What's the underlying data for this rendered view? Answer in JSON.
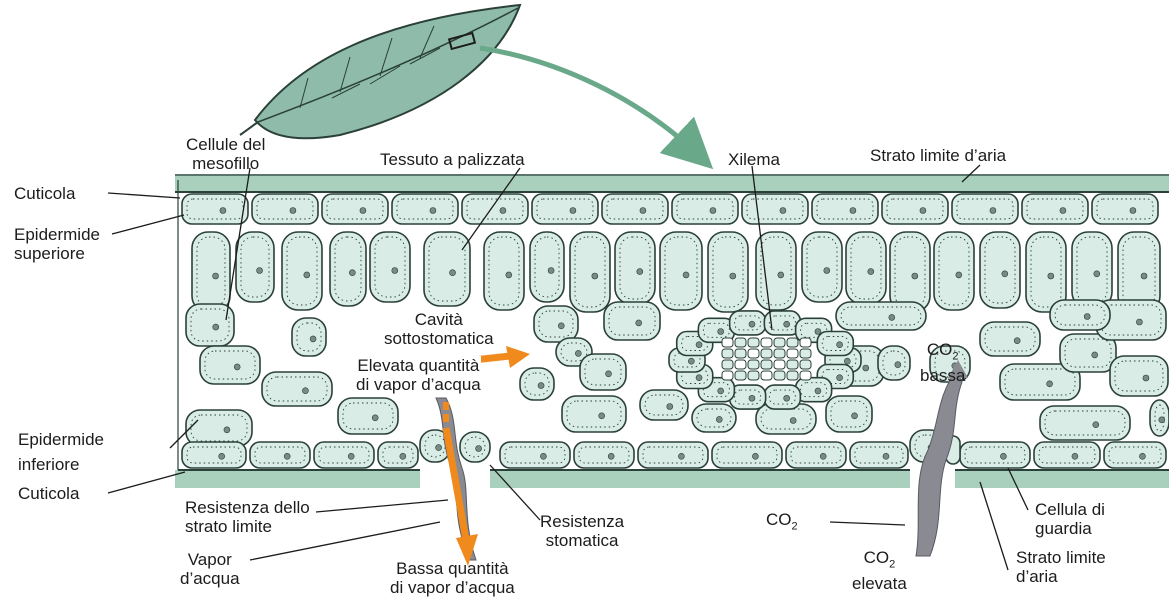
{
  "labels": {
    "cellule_mesofillo": [
      "Cellule del",
      "mesofillo"
    ],
    "tessuto_palizzata": "Tessuto a palizzata",
    "xilema": "Xilema",
    "strato_limite_top": "Strato limite d’aria",
    "cuticola_top": "Cuticola",
    "epidermide_superiore": [
      "Epidermide",
      "superiore"
    ],
    "cavita_sottostomatica": [
      "Cavità",
      "sottostomatica"
    ],
    "elevata_quantita": [
      "Elevata quantità",
      "di vapor d’acqua"
    ],
    "co2_bassa": {
      "co": "CO",
      "sub": "2",
      "word": "bassa"
    },
    "epidermide_inferiore": [
      "Epidermide",
      "inferiore"
    ],
    "cuticola_bottom": "Cuticola",
    "resistenza_strato": [
      "Resistenza dello",
      "strato limite"
    ],
    "resistenza_stomatica": [
      "Resistenza",
      "stomatica"
    ],
    "co2": {
      "co": "CO",
      "sub": "2"
    },
    "cellula_guardia": [
      "Cellula di",
      "guardia"
    ],
    "vapor_acqua": [
      "Vapor",
      "d’acqua"
    ],
    "bassa_quantita": [
      "Bassa quantità",
      "di vapor d’acqua"
    ],
    "co2_elevata": {
      "co": "CO",
      "sub": "2",
      "word": "elevata"
    },
    "strato_limite_bottom": [
      "Strato limite",
      "d’aria"
    ]
  },
  "colors": {
    "cell_fill": "#d9ede6",
    "cell_stroke": "#2a4038",
    "boundary_layer": "#a9cfbd",
    "leaf": "#8fbcaa",
    "orange_arrow": "#f08a1c",
    "gray_flow": "#8a8a92",
    "green_arrow": "#6aa88a"
  }
}
